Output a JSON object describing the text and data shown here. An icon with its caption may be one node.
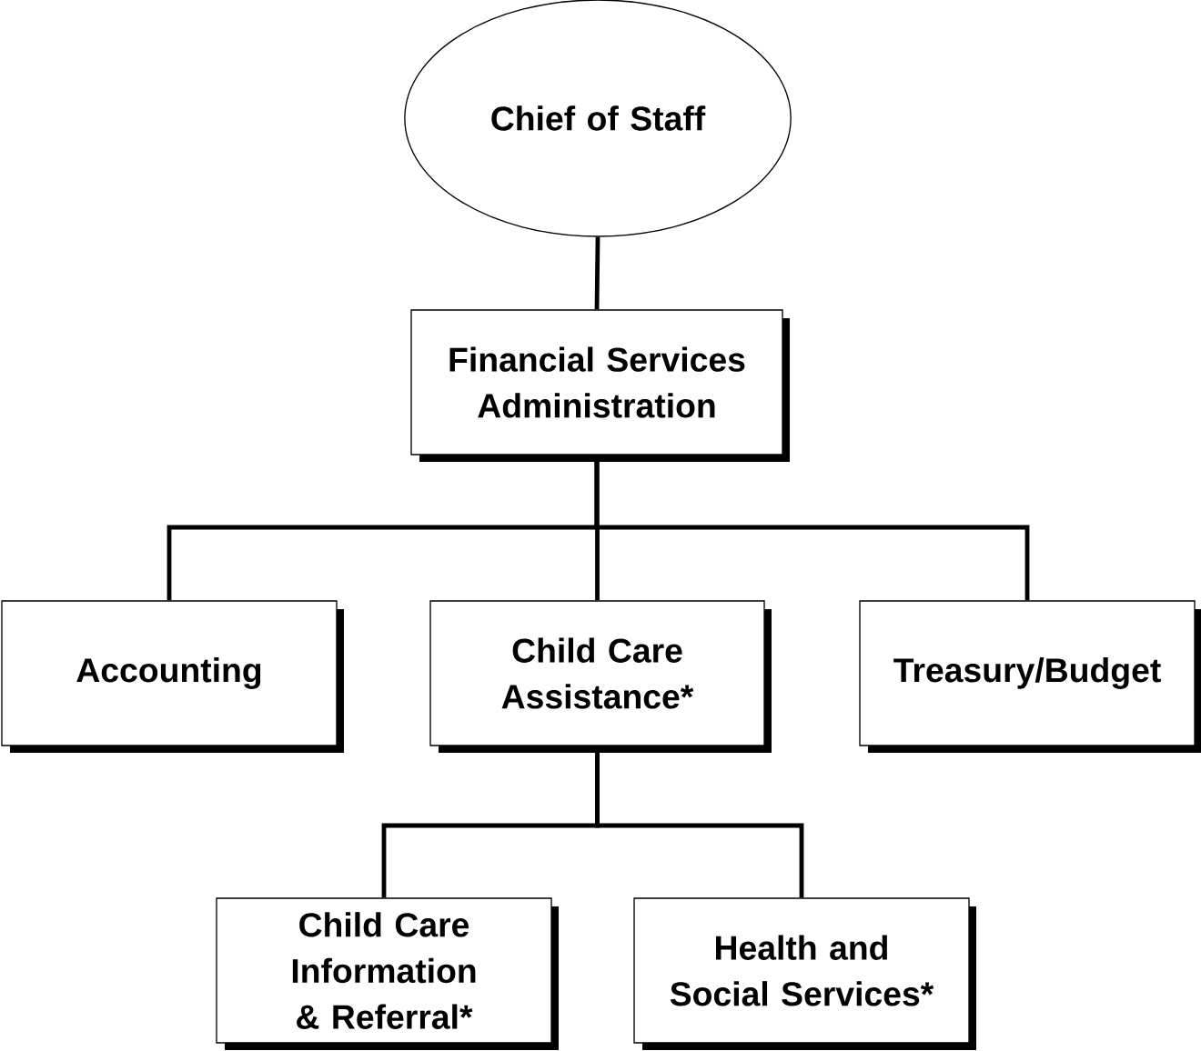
{
  "diagram": {
    "nodes": [
      {
        "text": [
          "Chief of Staff"
        ]
      },
      {
        "text": [
          "Financial Services Administration"
        ]
      },
      {
        "text": [
          "Accounting"
        ]
      },
      {
        "text": [
          "Child Care Assistance*"
        ]
      },
      {
        "text": [
          "Treasury/Budget"
        ]
      },
      {
        "text": [
          "Child Care Information & Referral*"
        ]
      },
      {
        "text": [
          "Health and Social Services*"
        ]
      }
    ],
    "edges": [
      {
        "from": 0,
        "to": 1,
        "arrow": "none"
      },
      {
        "from": 1,
        "to": 2,
        "arrow": "none"
      },
      {
        "from": 1,
        "to": 3,
        "arrow": "none"
      },
      {
        "from": 1,
        "to": 4,
        "arrow": "none"
      },
      {
        "from": 3,
        "to": 5,
        "arrow": "none"
      },
      {
        "from": 3,
        "to": 6,
        "arrow": "none"
      }
    ]
  }
}
